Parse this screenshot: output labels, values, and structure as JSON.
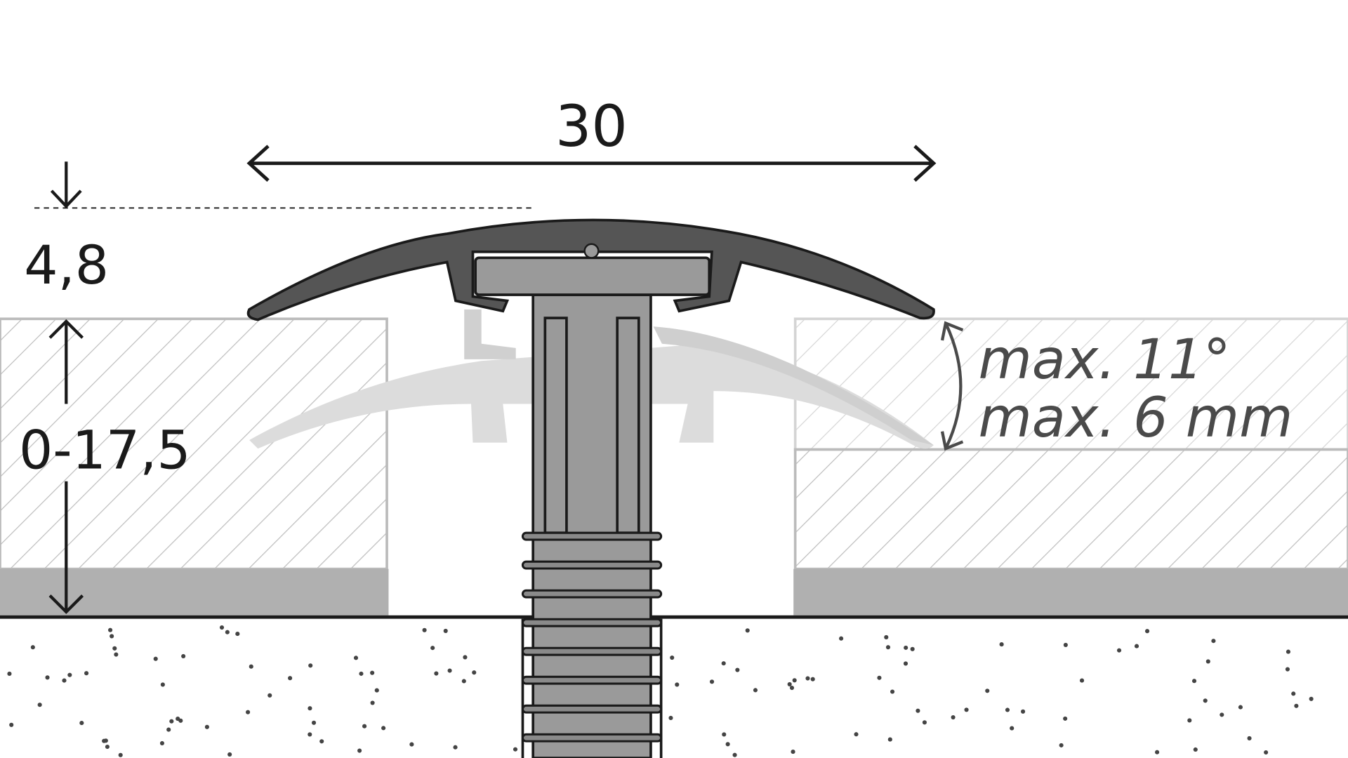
{
  "dimensions": {
    "width_label": "30",
    "height_profile_label": "4,8",
    "height_range_label": "0-17,5"
  },
  "notes": {
    "max_angle": "max. 11°",
    "max_height_difference": "max. 6 mm"
  },
  "colors": {
    "profile": "#555555",
    "profile_ghost": "#d9d9d9",
    "dowel": "#9a9a9a",
    "floor_hatch": "#b5b5b5",
    "underlay": "#b0b0b0",
    "line": "#1a1a1a"
  }
}
